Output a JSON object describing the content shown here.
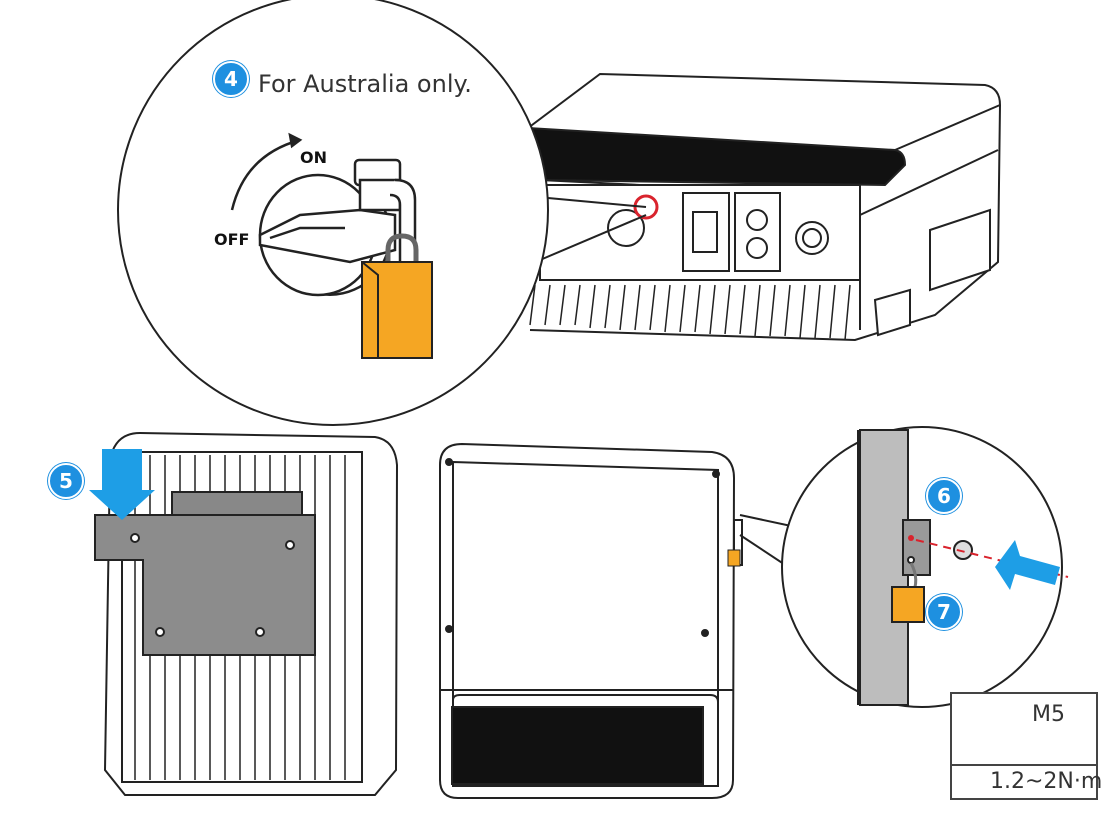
{
  "steps": {
    "step4": {
      "number": "4",
      "note": "For Australia only."
    },
    "step5": {
      "number": "5"
    },
    "step6": {
      "number": "6"
    },
    "step7": {
      "number": "7"
    }
  },
  "switch_labels": {
    "on": "ON",
    "off": "OFF"
  },
  "spec": {
    "screw": "M5",
    "torque": "1.2~2N·m",
    "screw_head_icon": "phillips-screw-icon",
    "tool_icon": "screwdriver-icon",
    "torque_icon": "clockwise-torque-icon"
  },
  "colors": {
    "badge": "#1e90e0",
    "padlock": "#f5a623",
    "arrow": "#1e9ee6",
    "highlight_ring": "#d9232d"
  }
}
